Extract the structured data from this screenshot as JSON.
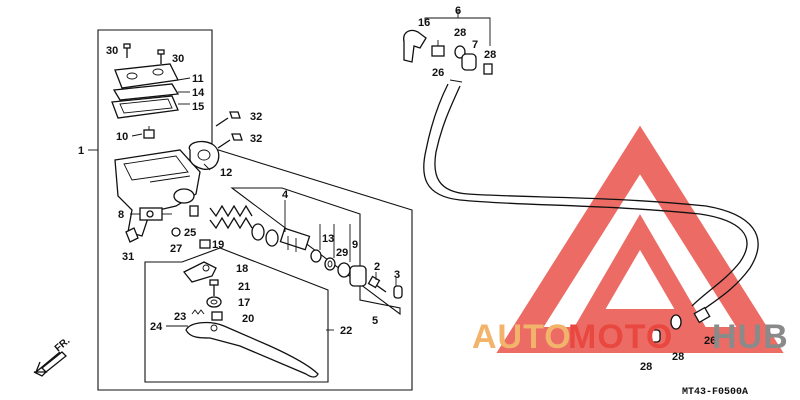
{
  "diagram_code": "MT43-F0500A",
  "direction_label": "FR.",
  "watermark": {
    "part1": "AUTO",
    "part2": "MOTO",
    "part3": "HUB",
    "color_auto": "#f2b36b",
    "color_moto": "#e8483f",
    "color_hub": "#8a8a8a",
    "triangle_color": "#e8483f"
  },
  "callouts": {
    "c1": "1",
    "c2": "2",
    "c3": "3",
    "c4": "4",
    "c5": "5",
    "c6": "6",
    "c7": "7",
    "c8": "8",
    "c9": "9",
    "c10": "10",
    "c11": "11",
    "c12": "12",
    "c13": "13",
    "c14": "14",
    "c15": "15",
    "c16": "16",
    "c17": "17",
    "c18": "18",
    "c19": "19",
    "c20": "20",
    "c21": "21",
    "c22": "22",
    "c23": "23",
    "c24": "24",
    "c25": "25",
    "c26a": "26",
    "c26b": "26",
    "c27": "27",
    "c28a": "28",
    "c28b": "28",
    "c28c": "28",
    "c28d": "28",
    "c29": "29",
    "c30a": "30",
    "c30b": "30",
    "c31": "31",
    "c32a": "32",
    "c32b": "32"
  }
}
